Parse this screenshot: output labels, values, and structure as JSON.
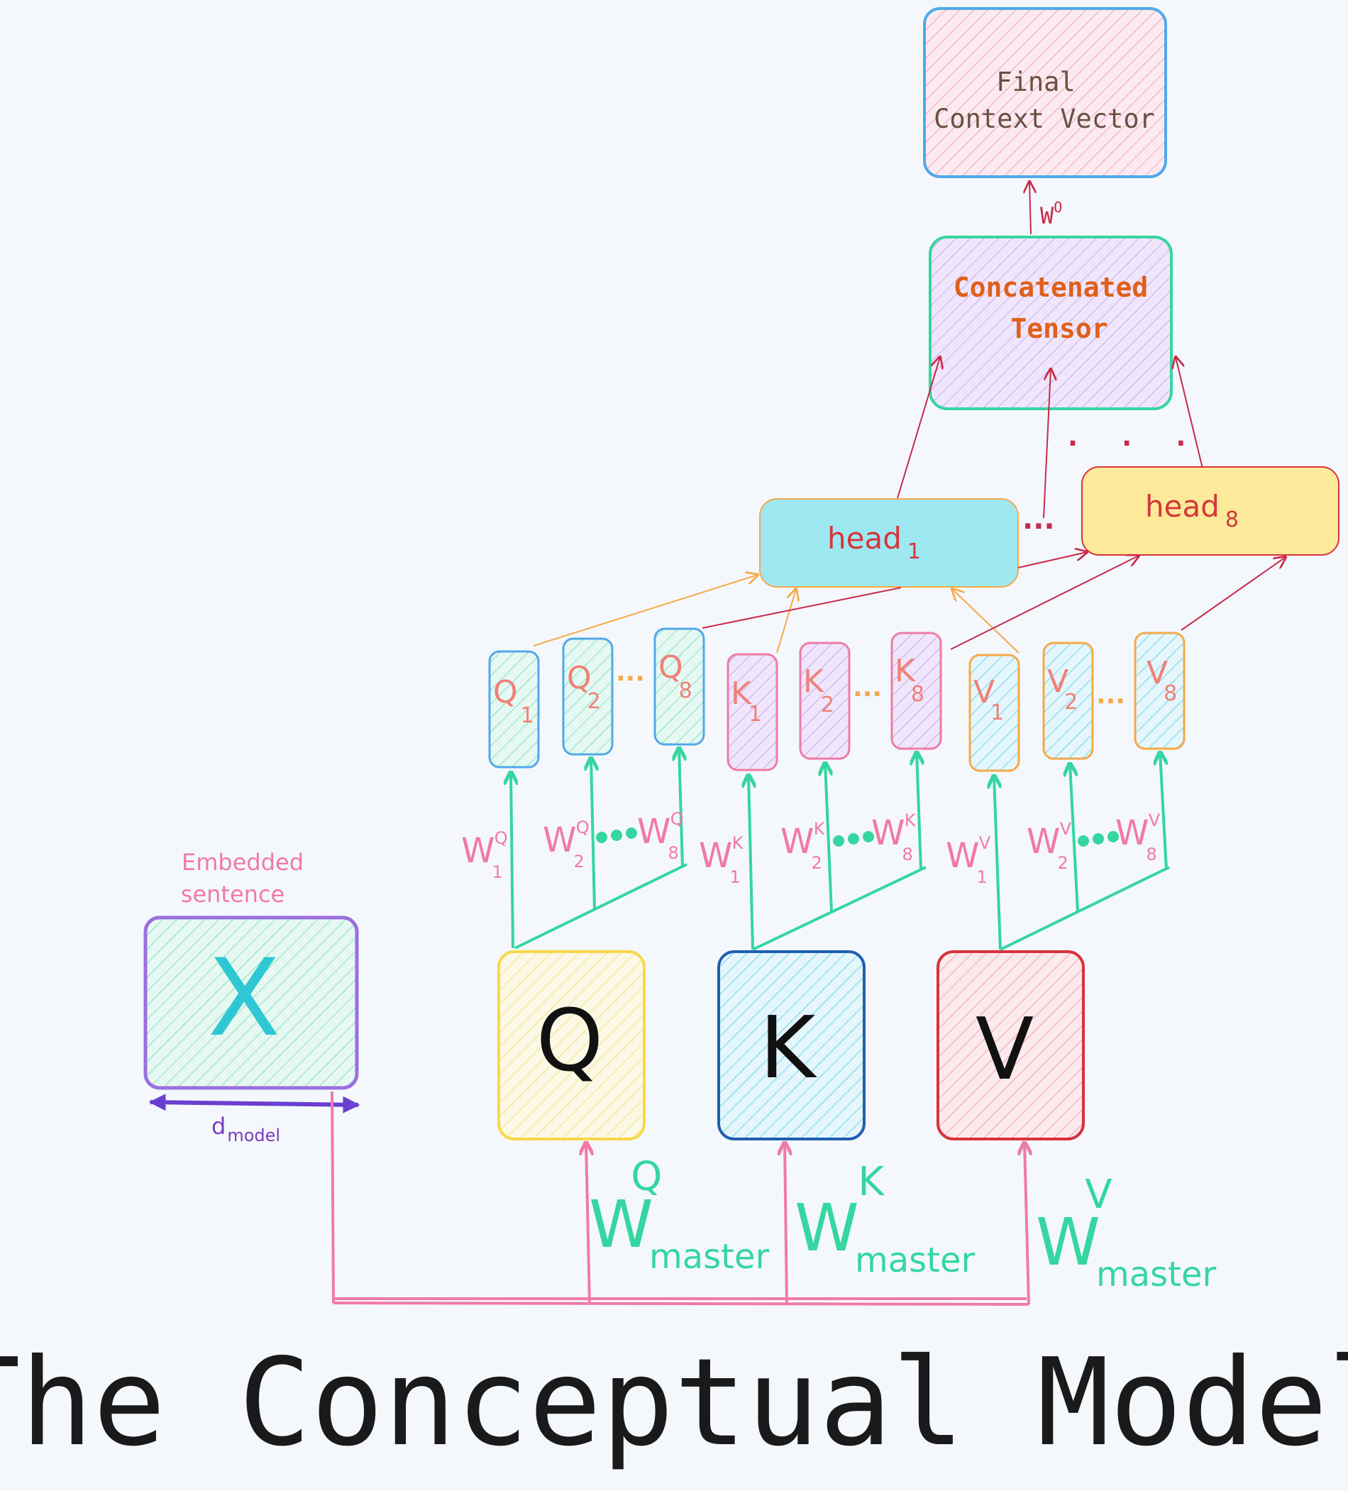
{
  "final": {
    "line1": "Final",
    "line2": "Context Vector"
  },
  "wo": {
    "base": "W",
    "sup": "O"
  },
  "concat": {
    "line1": "Concatenated",
    "line2": "Tensor"
  },
  "heads": {
    "h1": {
      "base": "head",
      "sub": "1"
    },
    "h8": {
      "base": "head",
      "sub": "8"
    },
    "between_dots": "...",
    "top_dots": ". . ."
  },
  "x_label": {
    "line1": "Embedded",
    "line2": "sentence"
  },
  "x_letter": "X",
  "dmodel": {
    "base": "d",
    "sub": "model"
  },
  "big": {
    "q": "Q",
    "k": "K",
    "v": "V"
  },
  "master": {
    "q": {
      "base": "W",
      "sub": "master",
      "sup": "Q"
    },
    "k": {
      "base": "W",
      "sub": "master",
      "sup": "K"
    },
    "v": {
      "base": "W",
      "sub": "master",
      "sup": "V"
    }
  },
  "small_q": [
    {
      "base": "Q",
      "sub": "1"
    },
    {
      "base": "Q",
      "sub": "2"
    },
    {
      "base": "Q",
      "sub": "8"
    }
  ],
  "small_k": [
    {
      "base": "K",
      "sub": "1"
    },
    {
      "base": "K",
      "sub": "2"
    },
    {
      "base": "K",
      "sub": "8"
    }
  ],
  "small_v": [
    {
      "base": "V",
      "sub": "1"
    },
    {
      "base": "V",
      "sub": "2"
    },
    {
      "base": "V",
      "sub": "8"
    }
  ],
  "w_q": [
    {
      "base": "W",
      "sub": "1",
      "sup": "Q"
    },
    {
      "base": "W",
      "sub": "2",
      "sup": "Q"
    },
    {
      "base": "W",
      "sub": "8",
      "sup": "Q"
    }
  ],
  "w_k": [
    {
      "base": "W",
      "sub": "1",
      "sup": "K"
    },
    {
      "base": "W",
      "sub": "2",
      "sup": "K"
    },
    {
      "base": "W",
      "sub": "8",
      "sup": "K"
    }
  ],
  "w_v": [
    {
      "base": "W",
      "sub": "1",
      "sup": "V"
    },
    {
      "base": "W",
      "sub": "2",
      "sup": "V"
    },
    {
      "base": "W",
      "sub": "8",
      "sup": "V"
    }
  ],
  "title": "The Conceptual Model",
  "colors": {
    "green": "#35d6a0",
    "pink": "#f07aa6",
    "blue": "#52a8e8",
    "yellow": "#f7d84a",
    "navy": "#1f5fae",
    "red": "#d8323c",
    "purple": "#9b6fe0",
    "cyan": "#2fc7d4",
    "orange": "#f5a94a",
    "dark_red": "#c82a4a",
    "concat_text": "#e0601a",
    "head_text": "#d2383a"
  }
}
